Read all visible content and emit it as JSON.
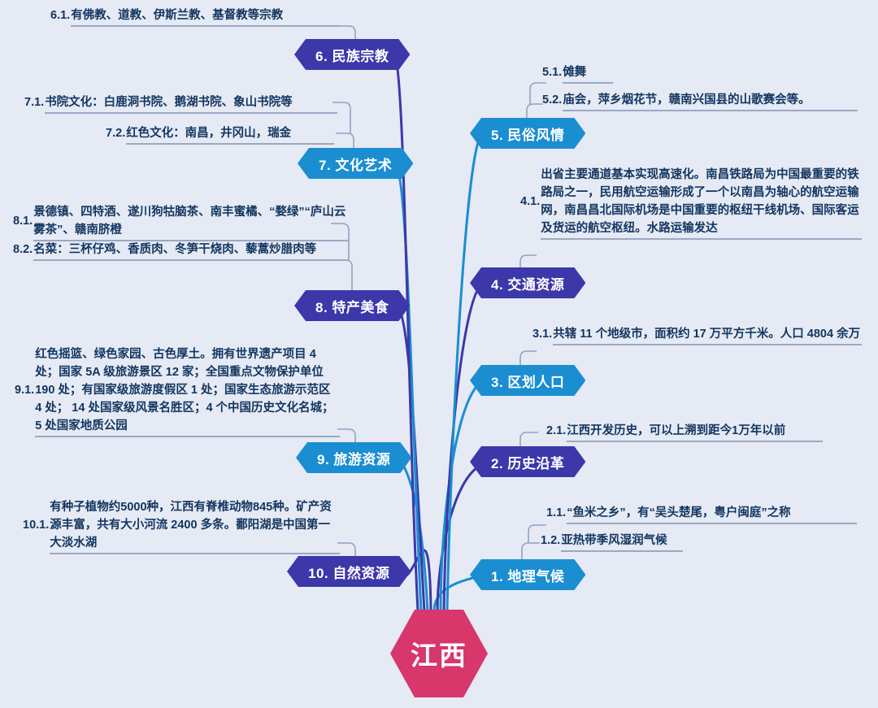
{
  "meta": {
    "center_label": "江西",
    "background_color": "#e5eaf5",
    "center_color": "#d7376a",
    "blue": "#1b8ed1",
    "indigo": "#3c38a9",
    "text_color": "#12355f"
  },
  "nodes": [
    {
      "id": "n1",
      "label": "1. 地理气候",
      "color": "blue",
      "side": "right"
    },
    {
      "id": "n2",
      "label": "2. 历史沿革",
      "color": "indigo",
      "side": "right"
    },
    {
      "id": "n3",
      "label": "3. 区划人口",
      "color": "blue",
      "side": "right"
    },
    {
      "id": "n4",
      "label": "4. 交通资源",
      "color": "indigo",
      "side": "right"
    },
    {
      "id": "n5",
      "label": "5. 民俗风情",
      "color": "blue",
      "side": "right"
    },
    {
      "id": "n6",
      "label": "6. 民族宗教",
      "color": "indigo",
      "side": "left"
    },
    {
      "id": "n7",
      "label": "7. 文化艺术",
      "color": "blue",
      "side": "left"
    },
    {
      "id": "n8",
      "label": "8. 特产美食",
      "color": "indigo",
      "side": "left"
    },
    {
      "id": "n9",
      "label": "9. 旅游资源",
      "color": "blue",
      "side": "left"
    },
    {
      "id": "n10",
      "label": "10. 自然资源",
      "color": "indigo",
      "side": "left"
    }
  ],
  "leaves": {
    "l11": {
      "num": "1.1.",
      "text": "“鱼米之乡”，有“吴头楚尾，粤户闽庭”之称"
    },
    "l12": {
      "num": "1.2.",
      "text": "亚热带季风湿润气候"
    },
    "l21": {
      "num": "2.1.",
      "text": "江西开发历史，可以上溯到距今1万年以前"
    },
    "l31": {
      "num": "3.1.",
      "text": "共辖 11 个地级市，面积约 17 万平方千米。人口 4804 余万"
    },
    "l41": {
      "num": "4.1.",
      "text": "出省主要通道基本实现高速化。南昌铁路局为中国最重要的铁路局之一，民用航空运输形成了一个以南昌为轴心的航空运输网，南昌昌北国际机场是中国重要的枢纽干线机场、国际客运及货运的航空枢纽。水路运输发达"
    },
    "l51": {
      "num": "5.1.",
      "text": "傩舞"
    },
    "l52": {
      "num": "5.2.",
      "text": "庙会，萍乡烟花节，赣南兴国县的山歌赛会等。"
    },
    "l61": {
      "num": "6.1.",
      "text": "有佛教、道教、伊斯兰教、基督教等宗教"
    },
    "l71": {
      "num": "7.1.",
      "text": "书院文化：白鹿洞书院、鹅湖书院、象山书院等"
    },
    "l72": {
      "num": "7.2.",
      "text": "红色文化：南昌，井冈山，瑞金"
    },
    "l81": {
      "num": "8.1.",
      "text": "景德镇、四特酒、遂川狗牯脑茶、南丰蜜橘、“婺绿”“庐山云雾茶”、赣南脐橙"
    },
    "l82": {
      "num": "8.2.",
      "text": "名菜：三杯仔鸡、香质肉、冬笋干烧肉、藜蒿炒腊肉等"
    },
    "l91": {
      "num": "9.1.",
      "text": "红色摇篮、绿色家园、古色厚土。拥有世界遗产项目 4 处；国家 5A 级旅游景区 12 家；全国重点文物保护单位 190 处；有国家级旅游度假区 1 处；国家生态旅游示范区 4 处； 14 处国家级风景名胜区；4 个中国历史文化名城；5 处国家地质公园"
    },
    "l101": {
      "num": "10.1.",
      "text": "有种子植物约5000种，江西有脊椎动物845种。矿产资源丰富，共有大小河流 2400 多条。鄱阳湖是中国第一大淡水湖"
    }
  }
}
